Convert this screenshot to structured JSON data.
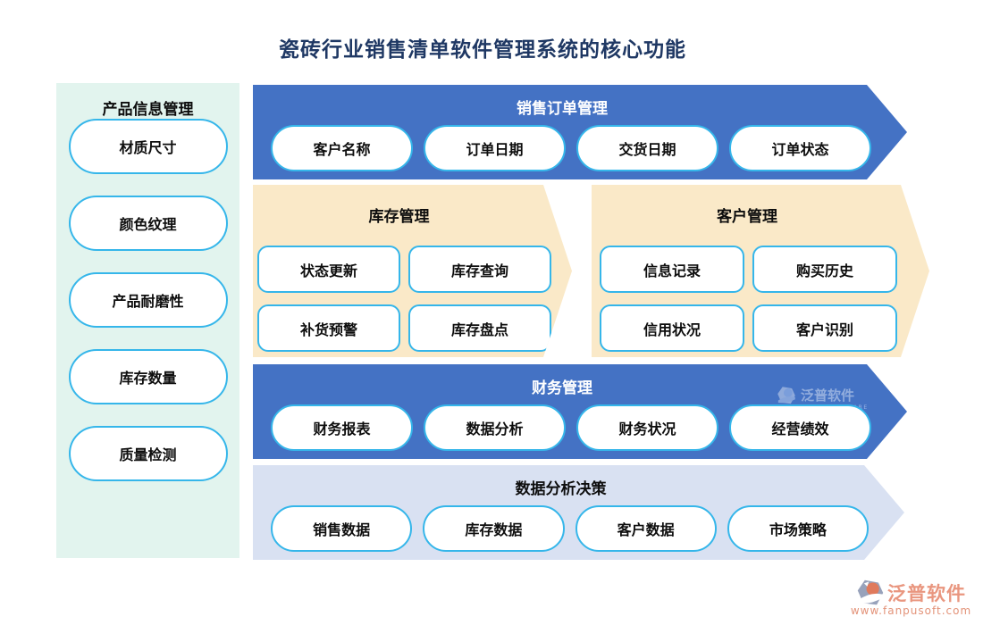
{
  "title": "瓷砖行业销售清单软件管理系统的核心功能",
  "sidebar": {
    "title": "产品信息管理",
    "items": [
      "材质尺寸",
      "颜色纹理",
      "产品耐磨性",
      "库存数量",
      "质量检测"
    ]
  },
  "sections": {
    "sales_order": {
      "title": "销售订单管理",
      "items": [
        "客户名称",
        "订单日期",
        "交货日期",
        "订单状态"
      ]
    },
    "inventory": {
      "title": "库存管理",
      "items": [
        "状态更新",
        "库存查询",
        "补货预警",
        "库存盘点"
      ]
    },
    "customer": {
      "title": "客户管理",
      "items": [
        "信息记录",
        "购买历史",
        "信用状况",
        "客户识别"
      ]
    },
    "finance": {
      "title": "财务管理",
      "items": [
        "财务报表",
        "数据分析",
        "财务状况",
        "经营绩效"
      ]
    },
    "data_decision": {
      "title": "数据分析决策",
      "items": [
        "销售数据",
        "库存数据",
        "客户数据",
        "市场策略"
      ]
    }
  },
  "watermark": {
    "text": "泛普软件",
    "subtext": "FANPU SOFTWARE"
  },
  "brand": {
    "name": "泛普软件",
    "url": "www.fanpusoft.com"
  },
  "colors": {
    "title_navy": "#1F3864",
    "banner_blue": "#4472C4",
    "banner_cream": "#FAE9C8",
    "banner_lavender": "#D9E1F2",
    "sidebar_mint": "#E2F4EE",
    "pill_border_cyan": "#35B6EA",
    "brand_salmon": "#E9967F"
  }
}
